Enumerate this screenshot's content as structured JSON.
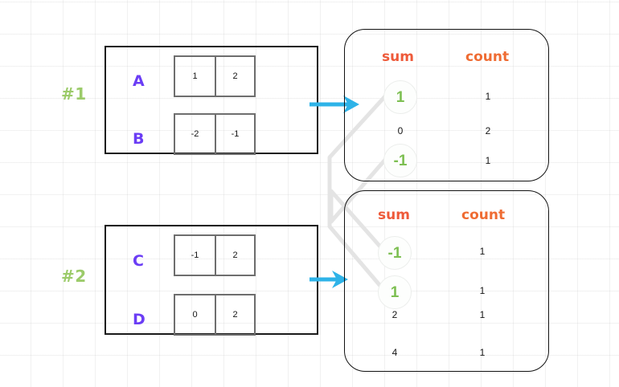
{
  "groups": [
    {
      "label": "#1",
      "rows": [
        {
          "name": "A",
          "cells": [
            "1",
            "2"
          ]
        },
        {
          "name": "B",
          "cells": [
            "-2",
            "-1"
          ]
        }
      ]
    },
    {
      "label": "#2",
      "rows": [
        {
          "name": "C",
          "cells": [
            "-1",
            "2"
          ]
        },
        {
          "name": "D",
          "cells": [
            "0",
            "2"
          ]
        }
      ]
    }
  ],
  "tables": [
    {
      "headers": {
        "sum": "sum",
        "count": "count"
      },
      "rows": [
        {
          "sum": "1",
          "count": "1",
          "highlight": true
        },
        {
          "sum": "0",
          "count": "2",
          "highlight": false
        },
        {
          "sum": "-1",
          "count": "1",
          "highlight": true
        }
      ]
    },
    {
      "headers": {
        "sum": "sum",
        "count": "count"
      },
      "rows": [
        {
          "sum": "-1",
          "count": "1",
          "highlight": true
        },
        {
          "sum": "1",
          "count": "1",
          "highlight": true
        },
        {
          "sum": "2",
          "count": "1",
          "highlight": false
        },
        {
          "sum": "4",
          "count": "1",
          "highlight": false
        }
      ]
    }
  ],
  "arrows": [
    {
      "name": "arrow-group1-to-table1"
    },
    {
      "name": "arrow-group2-to-table2"
    }
  ],
  "connectors": [
    {
      "name": "connector-top1-to-bottom1"
    },
    {
      "name": "connector-topminus1-to-bottomminus1"
    }
  ],
  "colors": {
    "group_label": "#9ccb6a",
    "row_label": "#6b3df5",
    "header_sum": "#ee5a3a",
    "header_count": "#ef6c33",
    "highlight_value": "#7dbf52",
    "arrow": "#2eb3e8",
    "connector": "#e2e2e2",
    "panel_border": "#1a1a1a",
    "cell_border": "#6e6e6e",
    "grid": "#aaaaaa"
  }
}
